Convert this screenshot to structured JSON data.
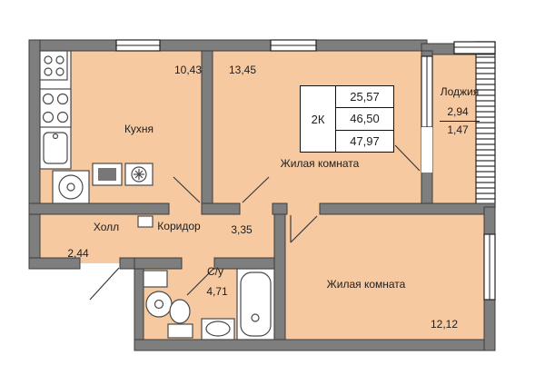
{
  "colors": {
    "room_fill": "#f6c9a1",
    "wall_fill": "#7e7e7e",
    "wall_stroke": "#3c3c3c",
    "line": "#3a3a3a",
    "text": "#1e1e1e",
    "background": "#ffffff"
  },
  "legend": {
    "type_label": "2К",
    "rows": [
      "25,57",
      "46,50",
      "47,97"
    ]
  },
  "rooms": {
    "kitchen": {
      "label": "Кухня",
      "area": "10,43"
    },
    "living_room_1": {
      "label": "Жилая комната",
      "area": "13,45"
    },
    "loggia": {
      "label": "Лоджия",
      "area_total": "2,94",
      "area_counted": "1,47"
    },
    "hall": {
      "label": "Холл",
      "area": "2,44"
    },
    "corridor": {
      "label": "Коридор",
      "area": "3,35"
    },
    "bathroom": {
      "label": "С/у",
      "area": "4,71"
    },
    "living_room_2": {
      "label": "Жилая комната",
      "area": "12,12"
    }
  }
}
